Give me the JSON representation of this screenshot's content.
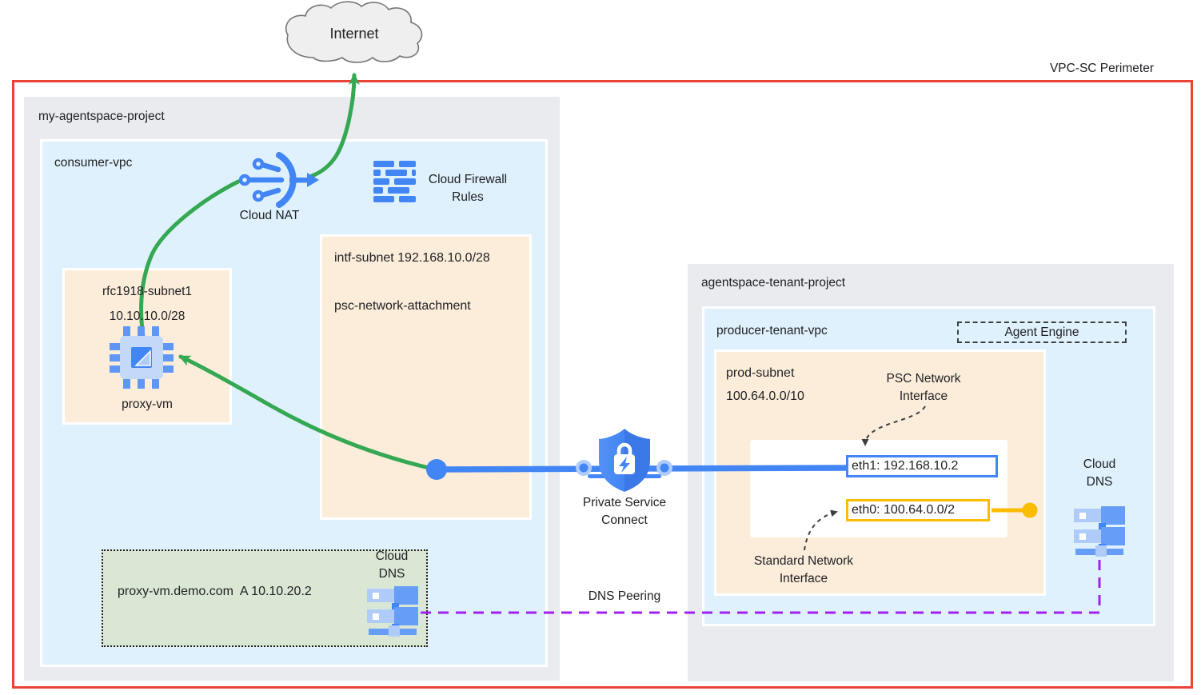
{
  "perimeter_label": "VPC-SC Perimeter",
  "internet_label": "Internet",
  "my_project": {
    "label": "my-agentspace-project",
    "consumer_vpc": {
      "label": "consumer-vpc",
      "cloud_nat_label": "Cloud NAT",
      "firewall_label": {
        "line1": "Cloud Firewall",
        "line2": "Rules"
      },
      "intf_subnet": {
        "title": "intf-subnet 192.168.10.0/28",
        "attachment": "psc-network-attachment"
      },
      "rfc1918_subnet": {
        "name": "rfc1918-subnet1",
        "cidr": "10.10.10.0/28",
        "vm": "proxy-vm"
      },
      "dns_zone": {
        "record": "proxy-vm.demo.com  A 10.10.20.2",
        "service": {
          "line1": "Cloud",
          "line2": "DNS"
        }
      }
    }
  },
  "psc_label": {
    "line1": "Private Service",
    "line2": "Connect"
  },
  "tenant_project": {
    "label": "agentspace-tenant-project",
    "producer_vpc": {
      "label": "producer-tenant-vpc",
      "agent_engine": "Agent Engine",
      "prod_subnet": {
        "name": "prod-subnet",
        "cidr": "100.64.0.0/10"
      },
      "interfaces": {
        "psc_label": {
          "line1": "PSC Network",
          "line2": "Interface"
        },
        "standard_label": {
          "line1": "Standard Network",
          "line2": "Interface"
        },
        "eth1": "eth1: 192.168.10.2",
        "eth0": "eth0: 100.64.0.0/2"
      },
      "cloud_dns": {
        "line1": "Cloud",
        "line2": "DNS"
      }
    }
  },
  "dns_peering_label": "DNS Peering",
  "colors": {
    "perimeter_red": "#E94335",
    "project_gray": "#E9EBEF",
    "vpc_blue": "#DFF1FC",
    "subnet_peach": "#FCEDDA",
    "dns_zone_green": "#DBE7D5",
    "flow_green": "#34A853",
    "psc_blue": "#4285F4",
    "standard_yellow": "#FBBC04",
    "dns_peering_purple": "#A020F0"
  }
}
